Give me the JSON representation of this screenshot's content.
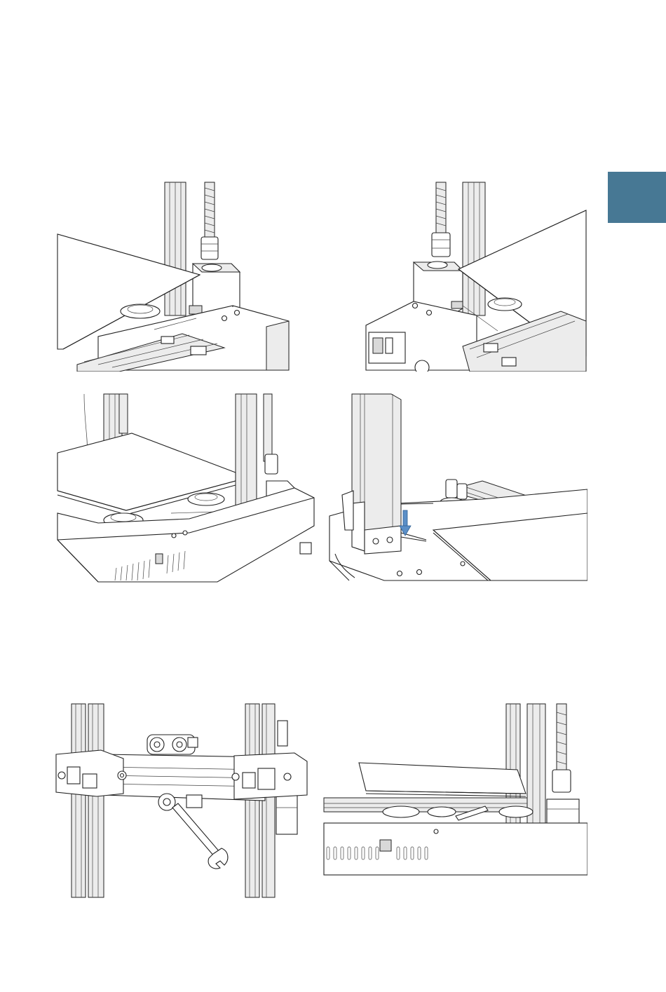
{
  "page": {
    "background": "#ffffff",
    "accent_color": "#477894",
    "section_tab": {
      "color": "#477894"
    }
  },
  "figures": [
    {
      "name": "leadscrew-left-motor-view",
      "icon": "z-motor-left-illustration"
    },
    {
      "name": "leadscrew-right-motor-view",
      "icon": "z-motor-right-illustration"
    },
    {
      "name": "build-plate-with-leveling-knobs",
      "icon": "bed-leveling-illustration"
    },
    {
      "name": "upright-profile-insertion",
      "icon": "profile-insert-arrow-illustration",
      "arrow_color": "#5b8fc7"
    },
    {
      "name": "gantry-eccentric-nut-wrench",
      "icon": "wrench-adjustment-illustration"
    },
    {
      "name": "bed-and-base-side-view",
      "icon": "base-side-illustration"
    }
  ]
}
